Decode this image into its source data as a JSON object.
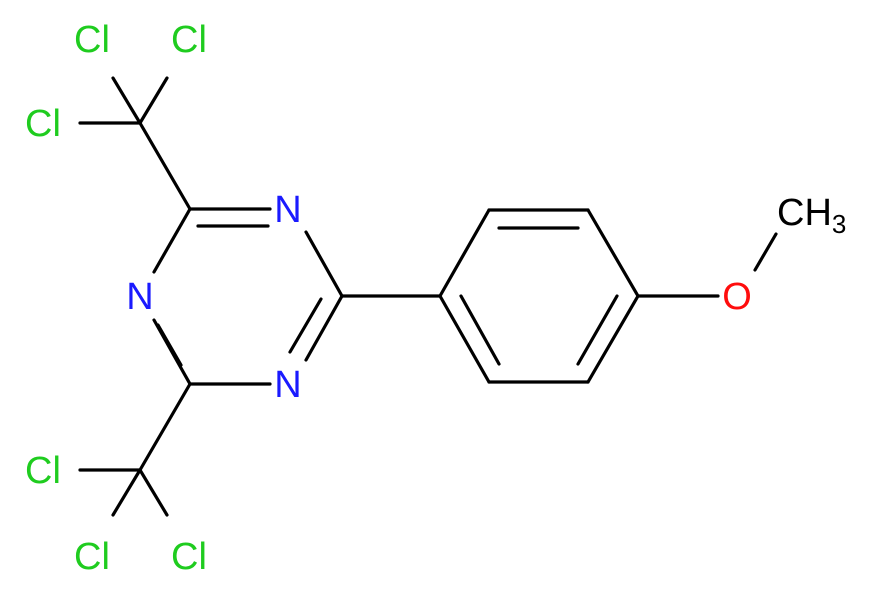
{
  "molecule": {
    "atoms": {
      "n_top": {
        "text": "N",
        "color": "#1a1aff"
      },
      "n_left": {
        "text": "N",
        "color": "#1a1aff"
      },
      "n_bottom": {
        "text": "N",
        "color": "#1a1aff"
      },
      "oxygen": {
        "text": "O",
        "color": "#ff0d0d"
      },
      "methyl": {
        "text": "CH",
        "sub": "3",
        "color": "#000000"
      },
      "cl_1": {
        "text": "Cl",
        "color": "#1fcc1f"
      },
      "cl_2": {
        "text": "Cl",
        "color": "#1fcc1f"
      },
      "cl_3": {
        "text": "Cl",
        "color": "#1fcc1f"
      },
      "cl_4": {
        "text": "Cl",
        "color": "#1fcc1f"
      },
      "cl_5": {
        "text": "Cl",
        "color": "#1fcc1f"
      },
      "cl_6": {
        "text": "Cl",
        "color": "#1fcc1f"
      }
    }
  }
}
